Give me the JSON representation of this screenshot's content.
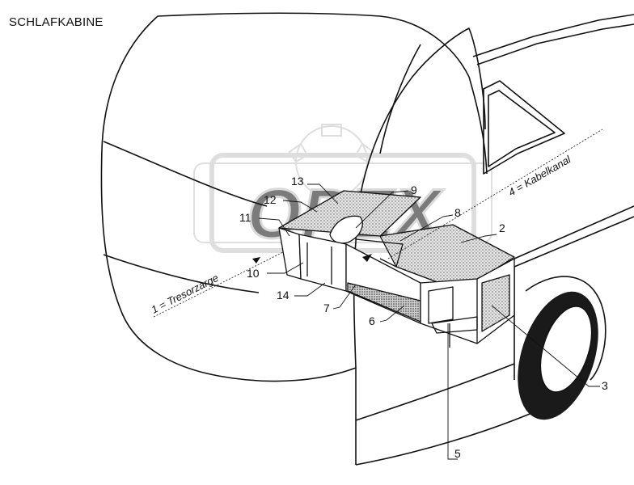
{
  "title": "SCHLAFKABINE",
  "colors": {
    "line": "#111111",
    "stipple": "#bdbdbd",
    "watermark": "#c8c8c8",
    "background": "#ffffff"
  },
  "watermark": {
    "text": "OPEX"
  },
  "legend": {
    "tresorzarge": "1 = Tresorzarge",
    "kabelkanal": "4 = Kabelkanal"
  },
  "callouts": {
    "c2": "2",
    "c3": "3",
    "c5": "5",
    "c6": "6",
    "c7": "7",
    "c8": "8",
    "c9": "9",
    "c10": "10",
    "c11": "11",
    "c12": "12",
    "c13": "13",
    "c14": "14"
  }
}
